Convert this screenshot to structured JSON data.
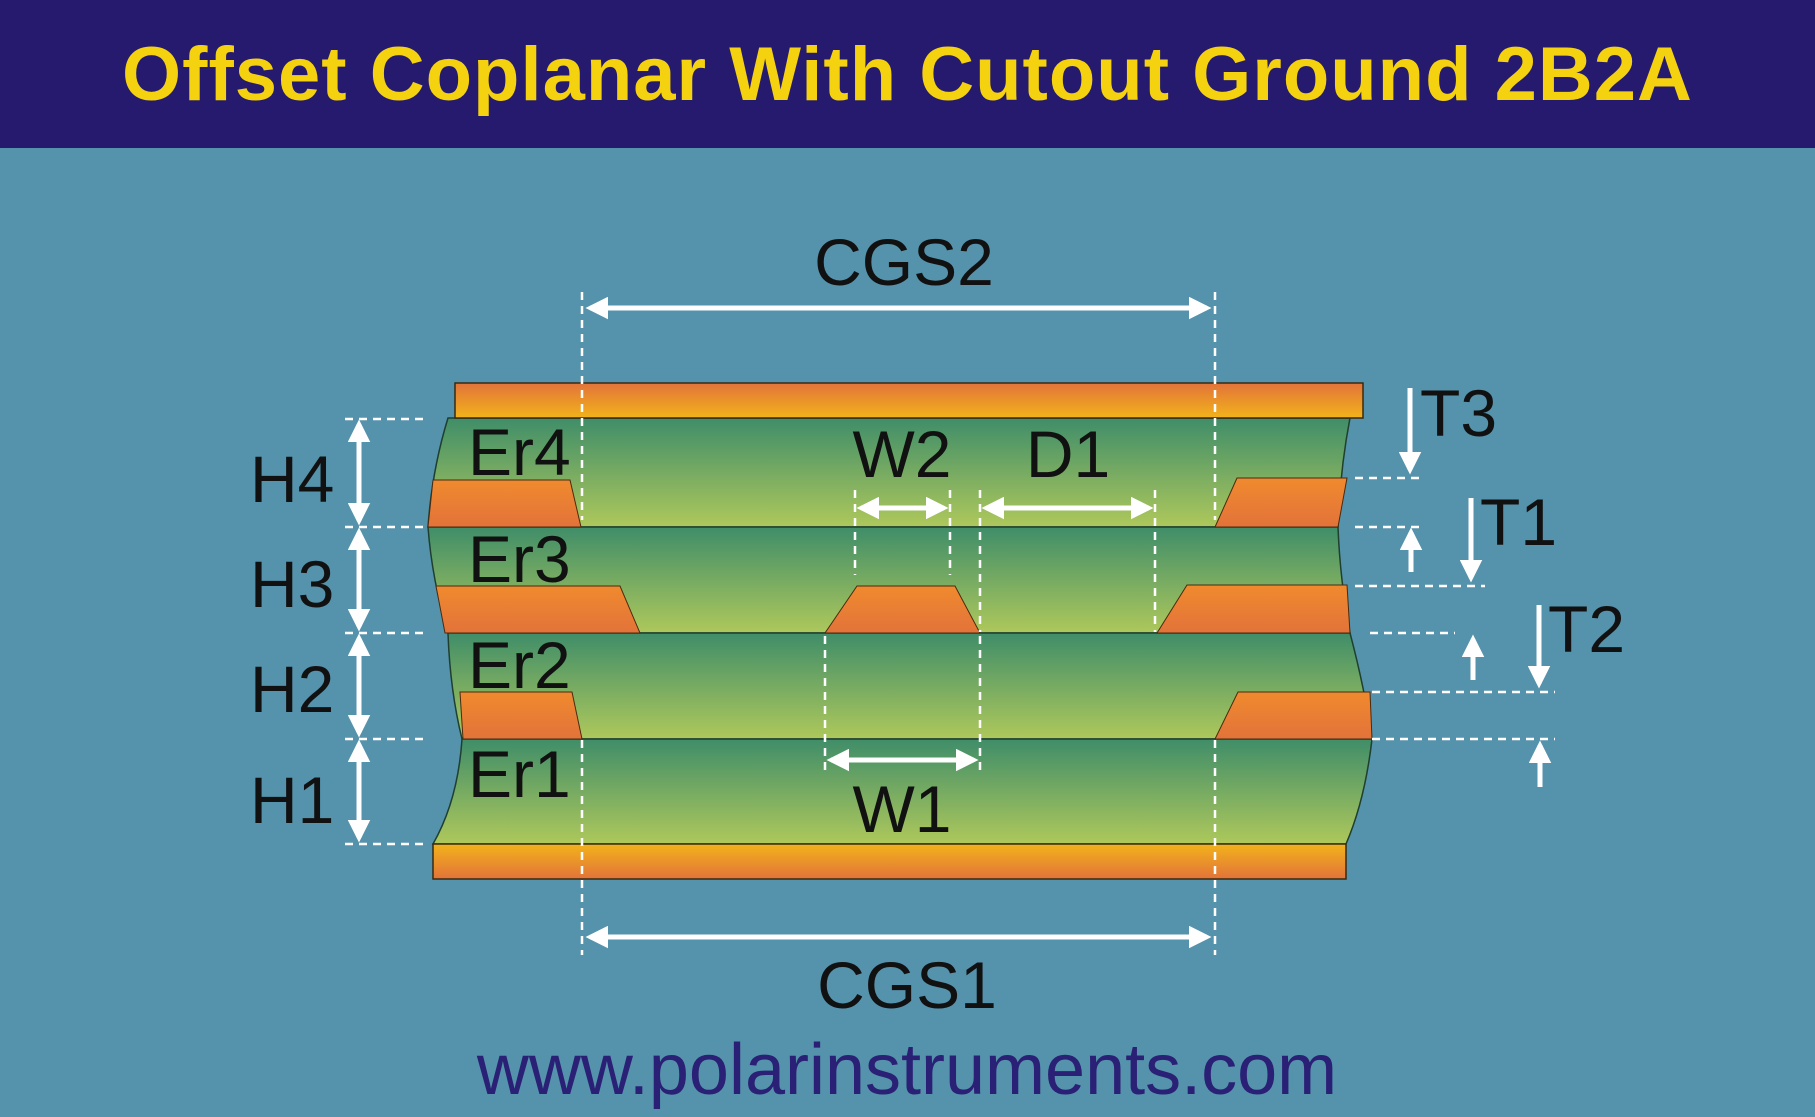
{
  "title": "Offset Coplanar With Cutout Ground 2B2A",
  "url": "www.polarinstruments.com",
  "labels": {
    "cgs2": "CGS2",
    "cgs1": "CGS1",
    "w2": "W2",
    "d1": "D1",
    "w1": "W1",
    "t1": "T1",
    "t2": "T2",
    "t3": "T3",
    "h1": "H1",
    "h2": "H2",
    "h3": "H3",
    "h4": "H4",
    "er1": "Er1",
    "er2": "Er2",
    "er3": "Er3",
    "er4": "Er4"
  },
  "colors": {
    "background": "#5592ab",
    "title_bar": "#261a6e",
    "title_text": "#f5d20f",
    "url_text": "#2a2075",
    "dielectric_top": "#3f8d69",
    "dielectric_bottom": "#aec85b",
    "copper_light": "#f2b31a",
    "copper_dark": "#e2733a",
    "dimension_lines": "#ffffff"
  }
}
